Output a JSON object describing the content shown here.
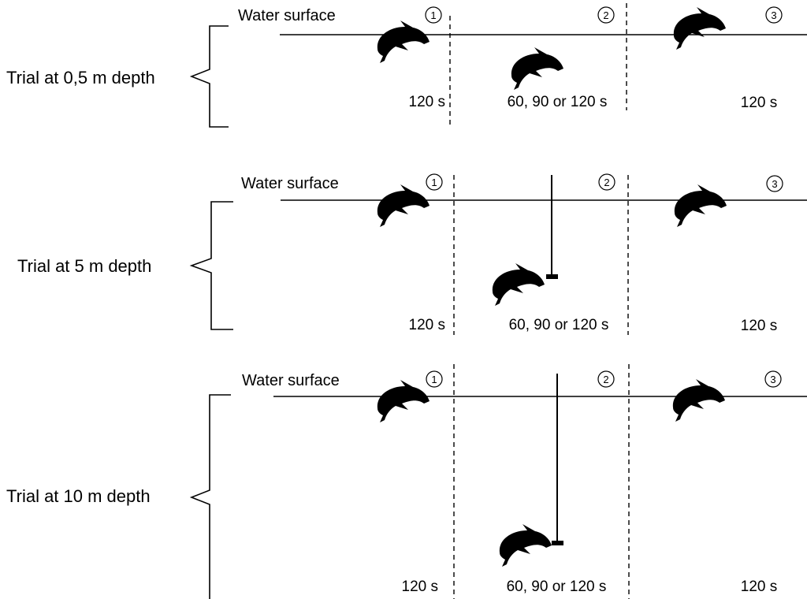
{
  "surface_label": "Water surface",
  "trials": [
    {
      "label": "Trial at 0,5 m depth",
      "phases": [
        {
          "num": "1",
          "duration": "120 s"
        },
        {
          "num": "2",
          "duration": "60, 90 or 120 s"
        },
        {
          "num": "3",
          "duration": "120 s"
        }
      ]
    },
    {
      "label": "Trial at 5 m depth",
      "phases": [
        {
          "num": "1",
          "duration": "120 s"
        },
        {
          "num": "2",
          "duration": "60, 90 or 120 s"
        },
        {
          "num": "3",
          "duration": "120 s"
        }
      ]
    },
    {
      "label": "Trial at 10 m depth",
      "phases": [
        {
          "num": "1",
          "duration": "120 s"
        },
        {
          "num": "2",
          "duration": "60, 90 or 120 s"
        },
        {
          "num": "3",
          "duration": "120 s"
        }
      ]
    }
  ],
  "icons": {
    "dolphin": "dolphin-icon",
    "station": "underwater-station-icon"
  },
  "colors": {
    "ink": "#000000",
    "background": "#ffffff"
  }
}
